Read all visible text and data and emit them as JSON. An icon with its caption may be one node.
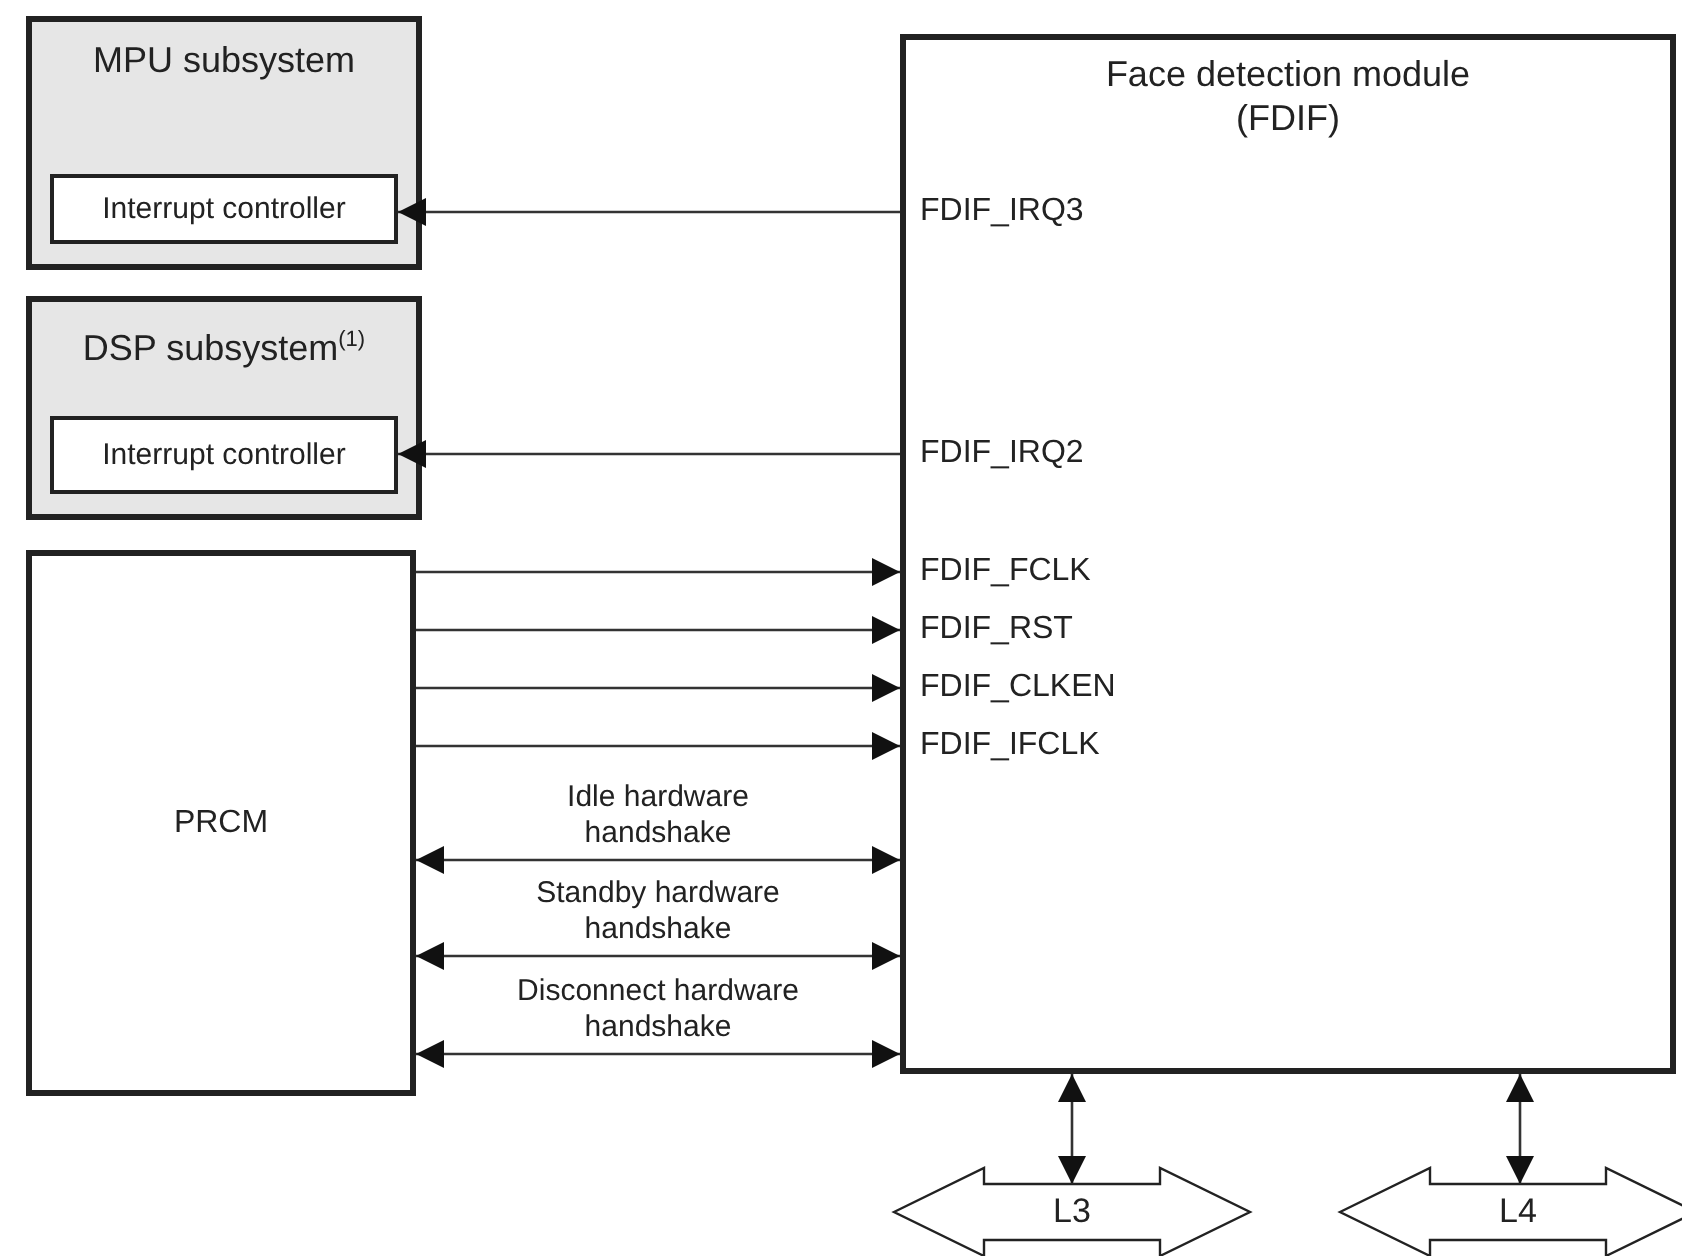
{
  "diagram": {
    "nodes": [
      {
        "text": [
          "MPU subsystem"
        ]
      },
      {
        "text": [
          "Interrupt controller"
        ],
        "in": 0
      },
      {
        "text": [
          "DSP subsystem$^{(1)}$"
        ]
      },
      {
        "text": [
          "Interrupt controller"
        ],
        "in": 2
      },
      {
        "text": [
          "PRCM"
        ]
      },
      {
        "text": [
          "Face detection module (FDIF)",
          "FDIF_IRQ3",
          "FDIF_IRQ2",
          "FDIF_FCLK",
          "FDIF_RST",
          "FDIF_CLKEN",
          "FDIF_IFCLK"
        ]
      },
      {
        "text": [
          "L3"
        ]
      },
      {
        "text": [
          "L4"
        ]
      }
    ],
    "edges": [
      {
        "from": 5,
        "to": 1,
        "arrow": "to"
      },
      {
        "from": 5,
        "to": 3,
        "arrow": "to"
      },
      {
        "from": 4,
        "to": 5,
        "arrow": "to"
      },
      {
        "from": 4,
        "to": 5,
        "arrow": "to"
      },
      {
        "from": 4,
        "to": 5,
        "arrow": "to"
      },
      {
        "from": 4,
        "to": 5,
        "arrow": "to"
      },
      {
        "from": 4,
        "to": 5,
        "arrow": "both",
        "label": "Idle hardware handshake"
      },
      {
        "from": 4,
        "to": 5,
        "arrow": "both",
        "label": "Standby hardware handshake"
      },
      {
        "from": 4,
        "to": 5,
        "arrow": "both",
        "label": "Disconnect hardware handshake"
      },
      {
        "from": 5,
        "to": 6,
        "arrow": "both"
      },
      {
        "from": 5,
        "to": 7,
        "arrow": "both"
      }
    ]
  }
}
